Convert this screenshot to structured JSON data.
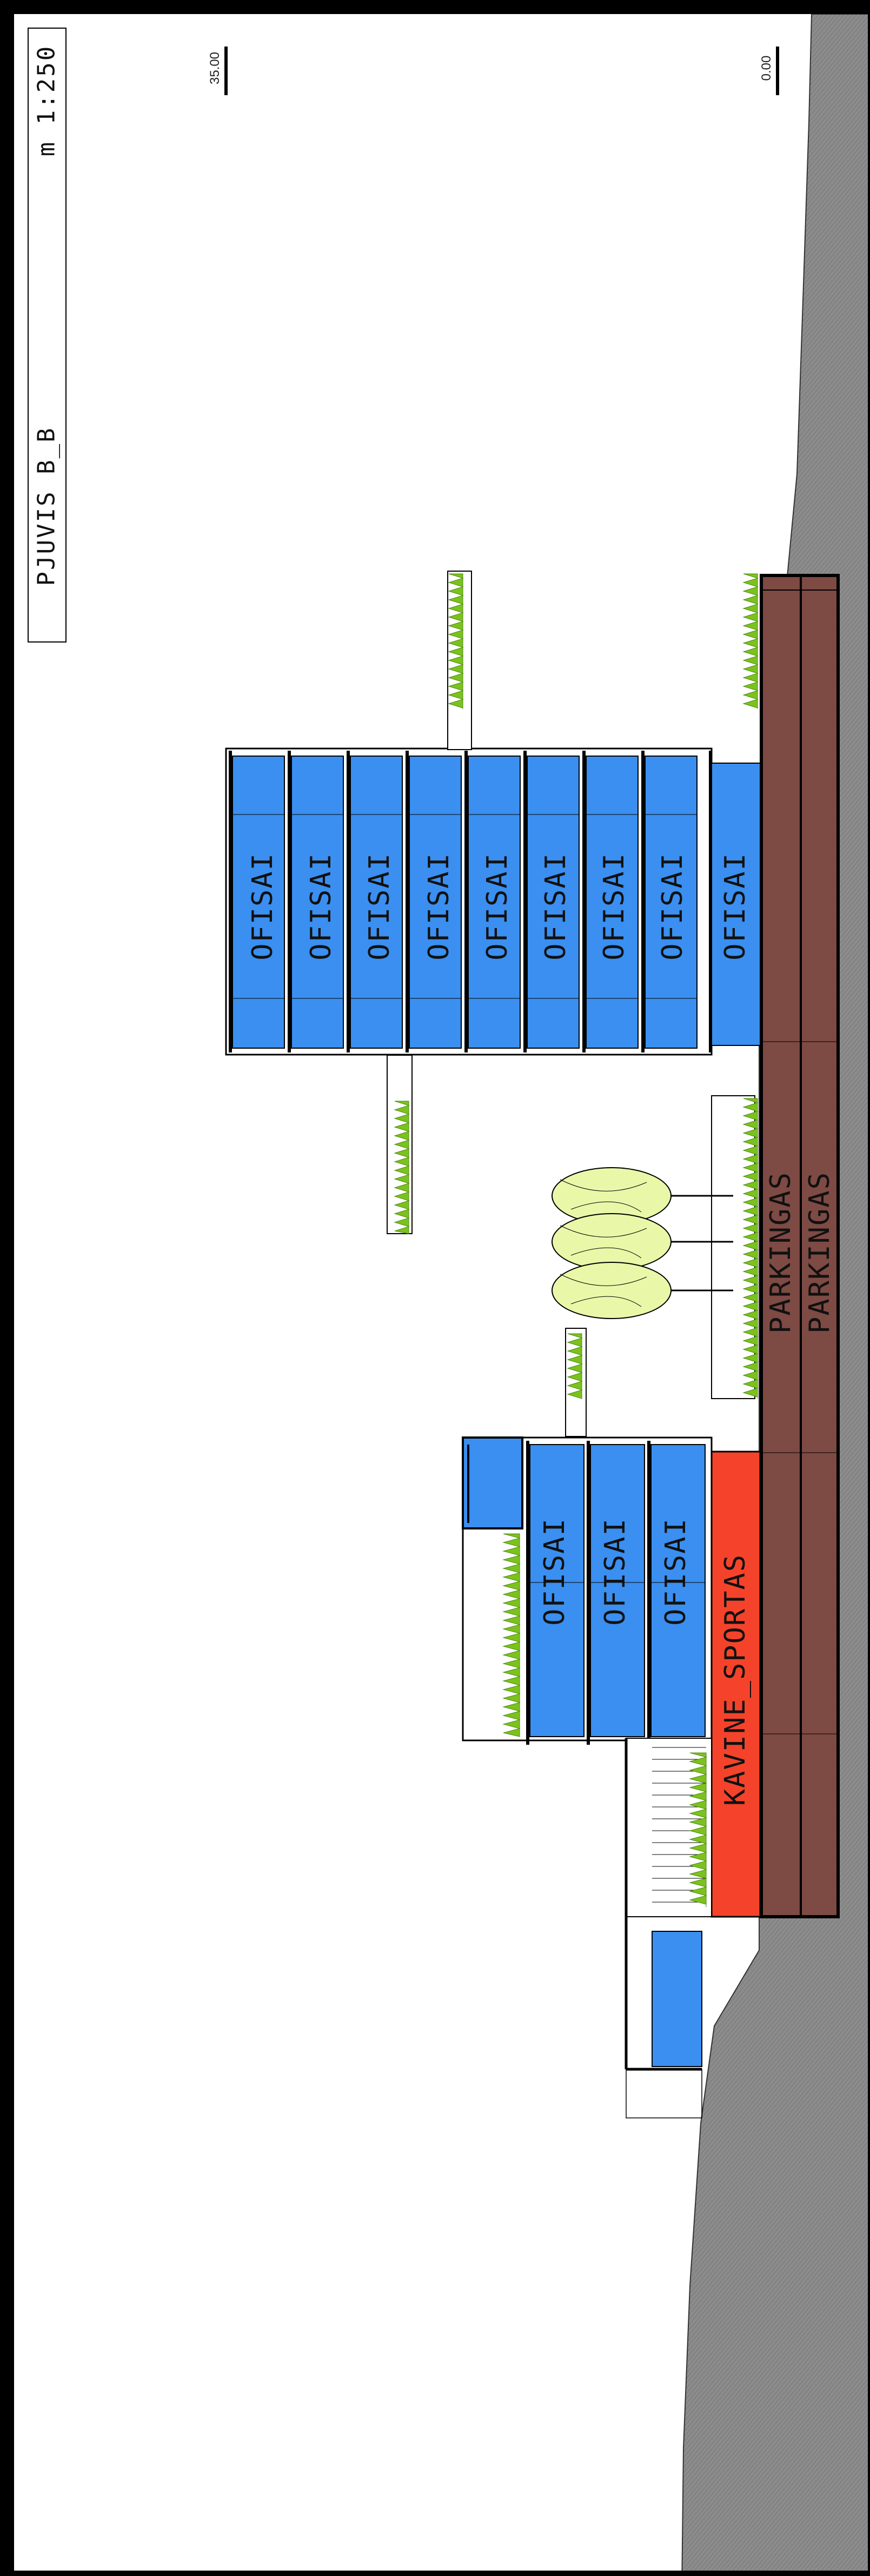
{
  "title_block": {
    "title": "PJUVIS B_B",
    "scale": "m 1:250"
  },
  "levels": {
    "top": "35.00",
    "ground": "0.00"
  },
  "rooms": {
    "tower": [
      "OFISAI",
      "OFISAI",
      "OFISAI",
      "OFISAI",
      "OFISAI",
      "OFISAI",
      "OFISAI",
      "OFISAI",
      "OFISAI"
    ],
    "low_block": [
      "OFISAI",
      "OFISAI",
      "OFISAI"
    ],
    "cafe": "KAVINE_SPORTAS",
    "parking": [
      "PARKINGAS",
      "PARKINGAS"
    ]
  },
  "colors": {
    "office": "#3a8ff0",
    "cafe": "#f4432a",
    "parking": "#7e4a44",
    "ground": "#8c8c8c",
    "greenery": "#7cc21c",
    "tree": "#e9f7a8"
  }
}
